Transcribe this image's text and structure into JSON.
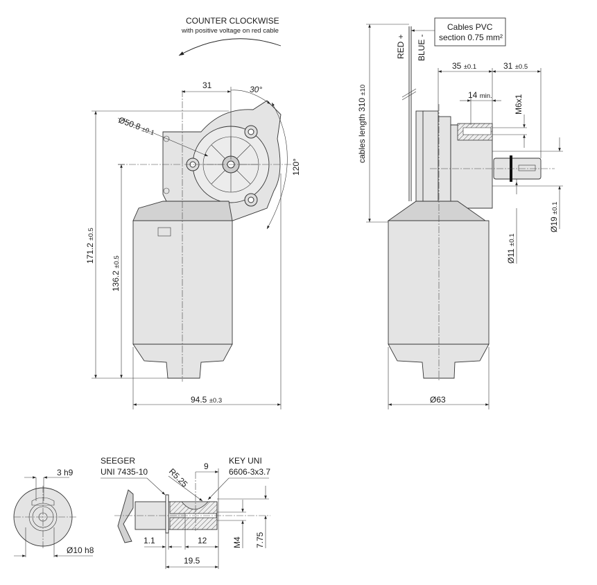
{
  "rotation": {
    "title": "COUNTER CLOCKWISE",
    "subtitle": "with positive voltage on red cable"
  },
  "front_view": {
    "dim_31": "31",
    "angle_30": "30°",
    "angle_120": "120°",
    "dia_50_8": "Ø50.8",
    "dia_50_8_tol": "±0.1",
    "height_171_2": "171.2",
    "height_171_2_tol": "±0.5",
    "height_136_2": "136.2",
    "height_136_2_tol": "±0.5",
    "width_94_5": "94.5",
    "width_94_5_tol": "±0.3"
  },
  "side_view": {
    "cable_box_line1": "Cables PVC",
    "cable_box_line2": "section 0.75 mm²",
    "red": "RED +",
    "blue": "BLUE -",
    "cables_length": "cables length  310",
    "cables_length_tol": "±10",
    "dim_35": "35",
    "dim_35_tol": "±0.1",
    "dim_31": "31",
    "dim_31_tol": "±0.5",
    "dim_14": "14",
    "dim_14_suffix": "min.",
    "thread": "M6x1",
    "dia_19": "Ø19",
    "dia_19_tol": "±0.1",
    "dia_11": "Ø11",
    "dia_11_tol": "±0.1",
    "dia_63": "Ø63"
  },
  "shaft_detail": {
    "key_width": "3 h9",
    "shaft_dia": "Ø10 h8",
    "seeger_line1": "SEEGER",
    "seeger_line2": "UNI 7435-10",
    "radius": "R5.25",
    "dim_9": "9",
    "key_line1": "KEY UNI",
    "key_line2": "6606-3x3.7",
    "dim_1_1": "1.1",
    "dim_12": "12",
    "dim_19_5": "19.5",
    "thread": "M4",
    "dim_7_75": "7.75"
  }
}
